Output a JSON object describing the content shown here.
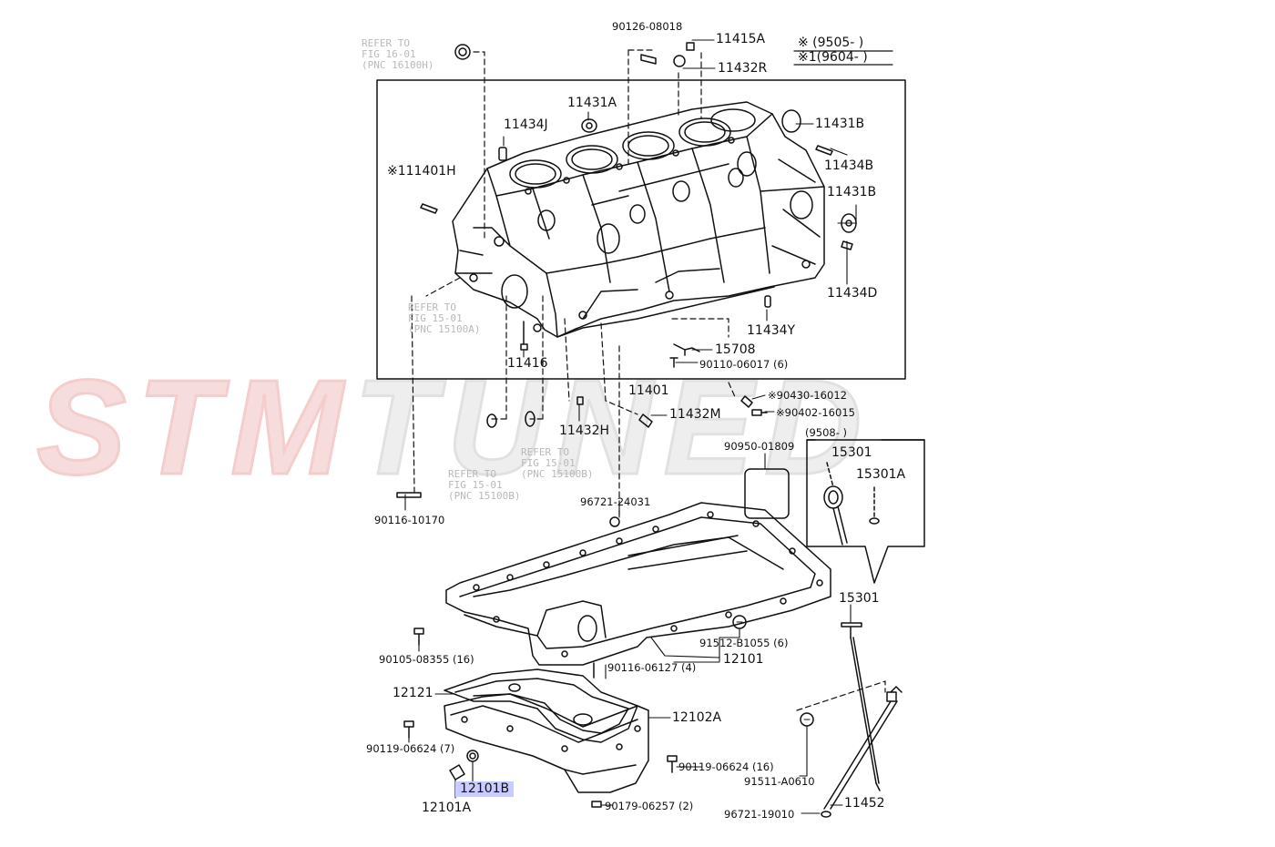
{
  "watermark": {
    "part1": "STM",
    "part2": "TUNED"
  },
  "legend": {
    "line1": "※ (9505-    )",
    "line2": "※1(9604-    )"
  },
  "inset": {
    "label": "(9508-    )"
  },
  "references": {
    "fig1601": [
      "REFER TO",
      "FIG 16-01",
      "(PNC 16100H)"
    ],
    "fig1501a": [
      "REFER TO",
      "FIG 15-01",
      "(PNC 15100A)"
    ],
    "fig1501b_left": [
      "REFER TO",
      "FIG 15-01",
      "(PNC 15100B)"
    ],
    "fig1501b_right": [
      "REFER TO",
      "FIG 15-01",
      "(PNC 15100B)"
    ]
  },
  "parts": {
    "p90126_08018": "90126-08018",
    "p11415A": "11415A",
    "p11432R": "11432R",
    "p11431A": "11431A",
    "p11434J": "11434J",
    "p11431B_top": "11431B",
    "p11434B": "11434B",
    "p11431B_mid": "11431B",
    "p11434D": "11434D",
    "p11401H": "※111401H",
    "p11434Y": "11434Y",
    "p15708": "15708",
    "p90110_06017": "90110-06017 (6)",
    "p11416": "11416",
    "p11401": "11401",
    "p90430_16012": "※90430-16012",
    "p90402_16015": "※90402-16015",
    "p11432M": "11432M",
    "p11432H": "11432H",
    "p90950_01809": "90950-01809",
    "p15301_inset": "15301",
    "p15301A": "15301A",
    "p96721_24031": "96721-24031",
    "p90116_10170": "90116-10170",
    "p15301": "15301",
    "p90105_08355": "90105-08355 (16)",
    "p91512_B1055": "91512-B1055 (6)",
    "p12101": "12101",
    "p90116_06127": "90116-06127 (4)",
    "p12121": "12121",
    "p12102A": "12102A",
    "p90119_06624_left": "90119-06624 (7)",
    "p90119_06624_right": "90119-06624 (16)",
    "p91511_A0610": "91511-A0610",
    "p12101B": "12101B",
    "p12101A": "12101A",
    "p90179_06257": "90179-06257 (2)",
    "p96721_19010": "96721-19010",
    "p11452": "11452"
  }
}
